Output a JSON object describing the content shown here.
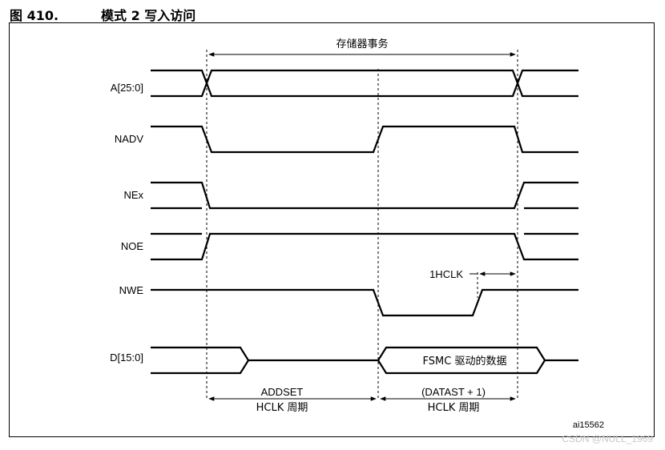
{
  "caption": {
    "number": "图 410.",
    "title": "模式 2 写入访问"
  },
  "transaction_label": "存储器事务",
  "signals": [
    "A[25:0]",
    "NADV",
    "NEx",
    "NOE",
    "NWE",
    "D[15:0]"
  ],
  "data_bus_label": "FSMC 驱动的数据",
  "hclk_marker": "1HCLK",
  "addset": {
    "line1": "ADDSET",
    "line2": "HCLK 周期"
  },
  "datast": {
    "line1": "(DATAST + 1)",
    "line2": "HCLK 周期"
  },
  "figure_id": "ai15562",
  "watermark": "CSDN @NULL_1969"
}
